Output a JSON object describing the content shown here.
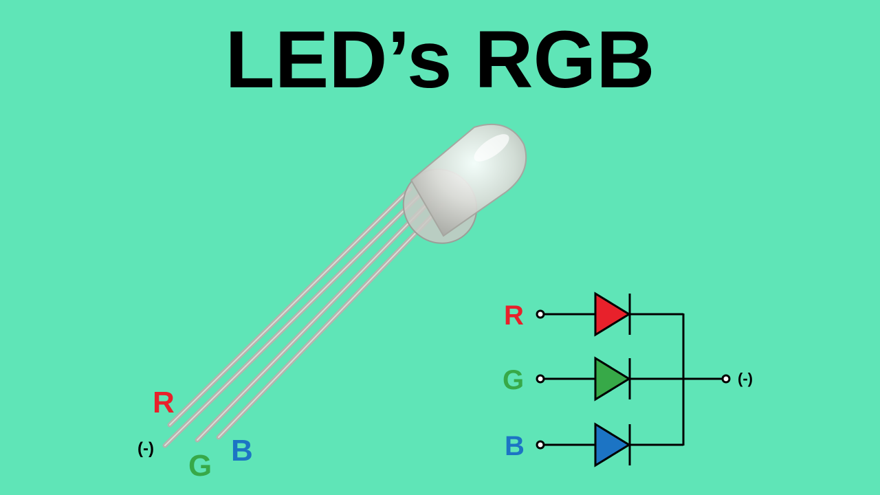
{
  "title": "LED’s RGB",
  "colors": {
    "background": "#5fe5b7",
    "red": "#e8212b",
    "green": "#37a948",
    "blue": "#1c74c4",
    "wire": "#000000"
  },
  "led_pins": {
    "r": "R",
    "common": "(-)",
    "g": "G",
    "b": "B"
  },
  "schematic": {
    "r_label": "R",
    "g_label": "G",
    "b_label": "B",
    "common_label": "(-)"
  }
}
